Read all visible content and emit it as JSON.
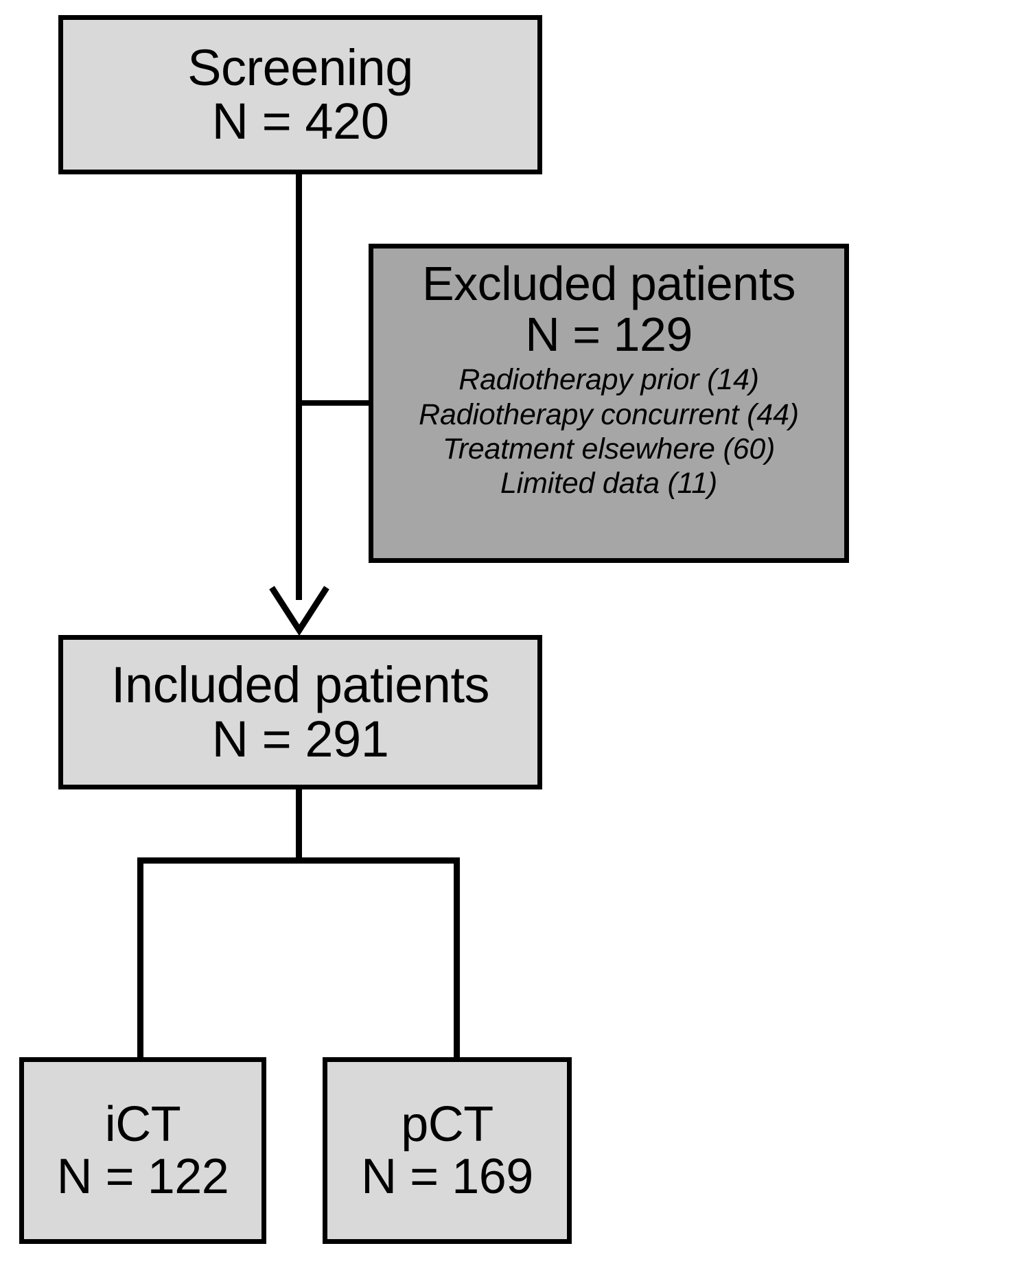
{
  "diagram": {
    "type": "patient-flow-chart",
    "colors": {
      "box_light_fill": "#D9D9D9",
      "box_dark_fill": "#A6A6A6",
      "border": "#000000",
      "text": "#000000",
      "background": "#FFFFFF"
    },
    "nodes": {
      "screening": {
        "title": "Screening",
        "count": "N = 420"
      },
      "excluded": {
        "title": "Excluded patients",
        "count": "N = 129",
        "reasons": [
          "Radiotherapy prior  (14)",
          "Radiotherapy concurrent (44)",
          "Treatment elsewhere (60)",
          "Limited data (11)"
        ]
      },
      "included": {
        "title": "Included  patients",
        "count": "N = 291"
      },
      "arm_ict": {
        "title": "iCT",
        "count": "N = 122"
      },
      "arm_pct": {
        "title": "pCT",
        "count": "N = 169"
      }
    }
  }
}
